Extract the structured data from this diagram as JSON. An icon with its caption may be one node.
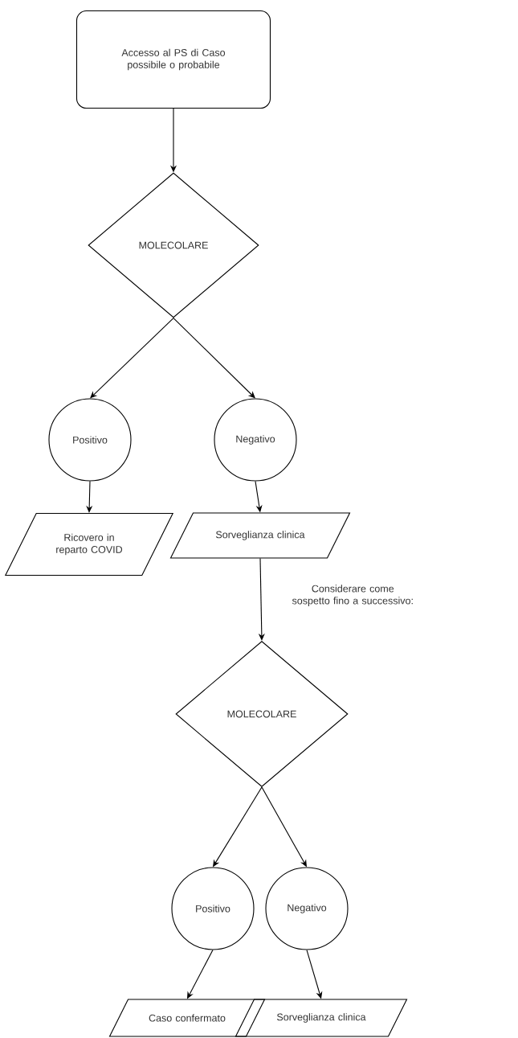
{
  "diagram": {
    "nodes": [
      {
        "text": [
          "Accesso al PS di Caso possibile o probabile"
        ]
      },
      {
        "text": [
          "MOLECOLARE"
        ]
      },
      {
        "text": [
          "Positivo"
        ]
      },
      {
        "text": [
          "Negativo"
        ]
      },
      {
        "text": [
          "Ricovero in reparto COVID"
        ]
      },
      {
        "text": [
          "Sorveglianza clinica"
        ]
      },
      {
        "text": [
          "MOLECOLARE"
        ]
      },
      {
        "text": [
          "Positivo"
        ]
      },
      {
        "text": [
          "Negativo"
        ]
      },
      {
        "text": [
          "Caso confermato"
        ]
      },
      {
        "text": [
          "Sorveglianza clinica"
        ]
      }
    ],
    "edges": [
      {
        "from": 0,
        "to": 1,
        "arrow": "to"
      },
      {
        "from": 1,
        "to": 2,
        "arrow": "to"
      },
      {
        "from": 1,
        "to": 3,
        "arrow": "to"
      },
      {
        "from": 2,
        "to": 4,
        "arrow": "to"
      },
      {
        "from": 3,
        "to": 5,
        "arrow": "to"
      },
      {
        "from": 5,
        "to": 6,
        "arrow": "to",
        "label": "Considerare come sospetto fino a successivo:"
      },
      {
        "from": 6,
        "to": 7,
        "arrow": "to"
      },
      {
        "from": 6,
        "to": 8,
        "arrow": "to"
      },
      {
        "from": 7,
        "to": 9,
        "arrow": "to"
      },
      {
        "from": 8,
        "to": 10,
        "arrow": "to"
      }
    ]
  }
}
